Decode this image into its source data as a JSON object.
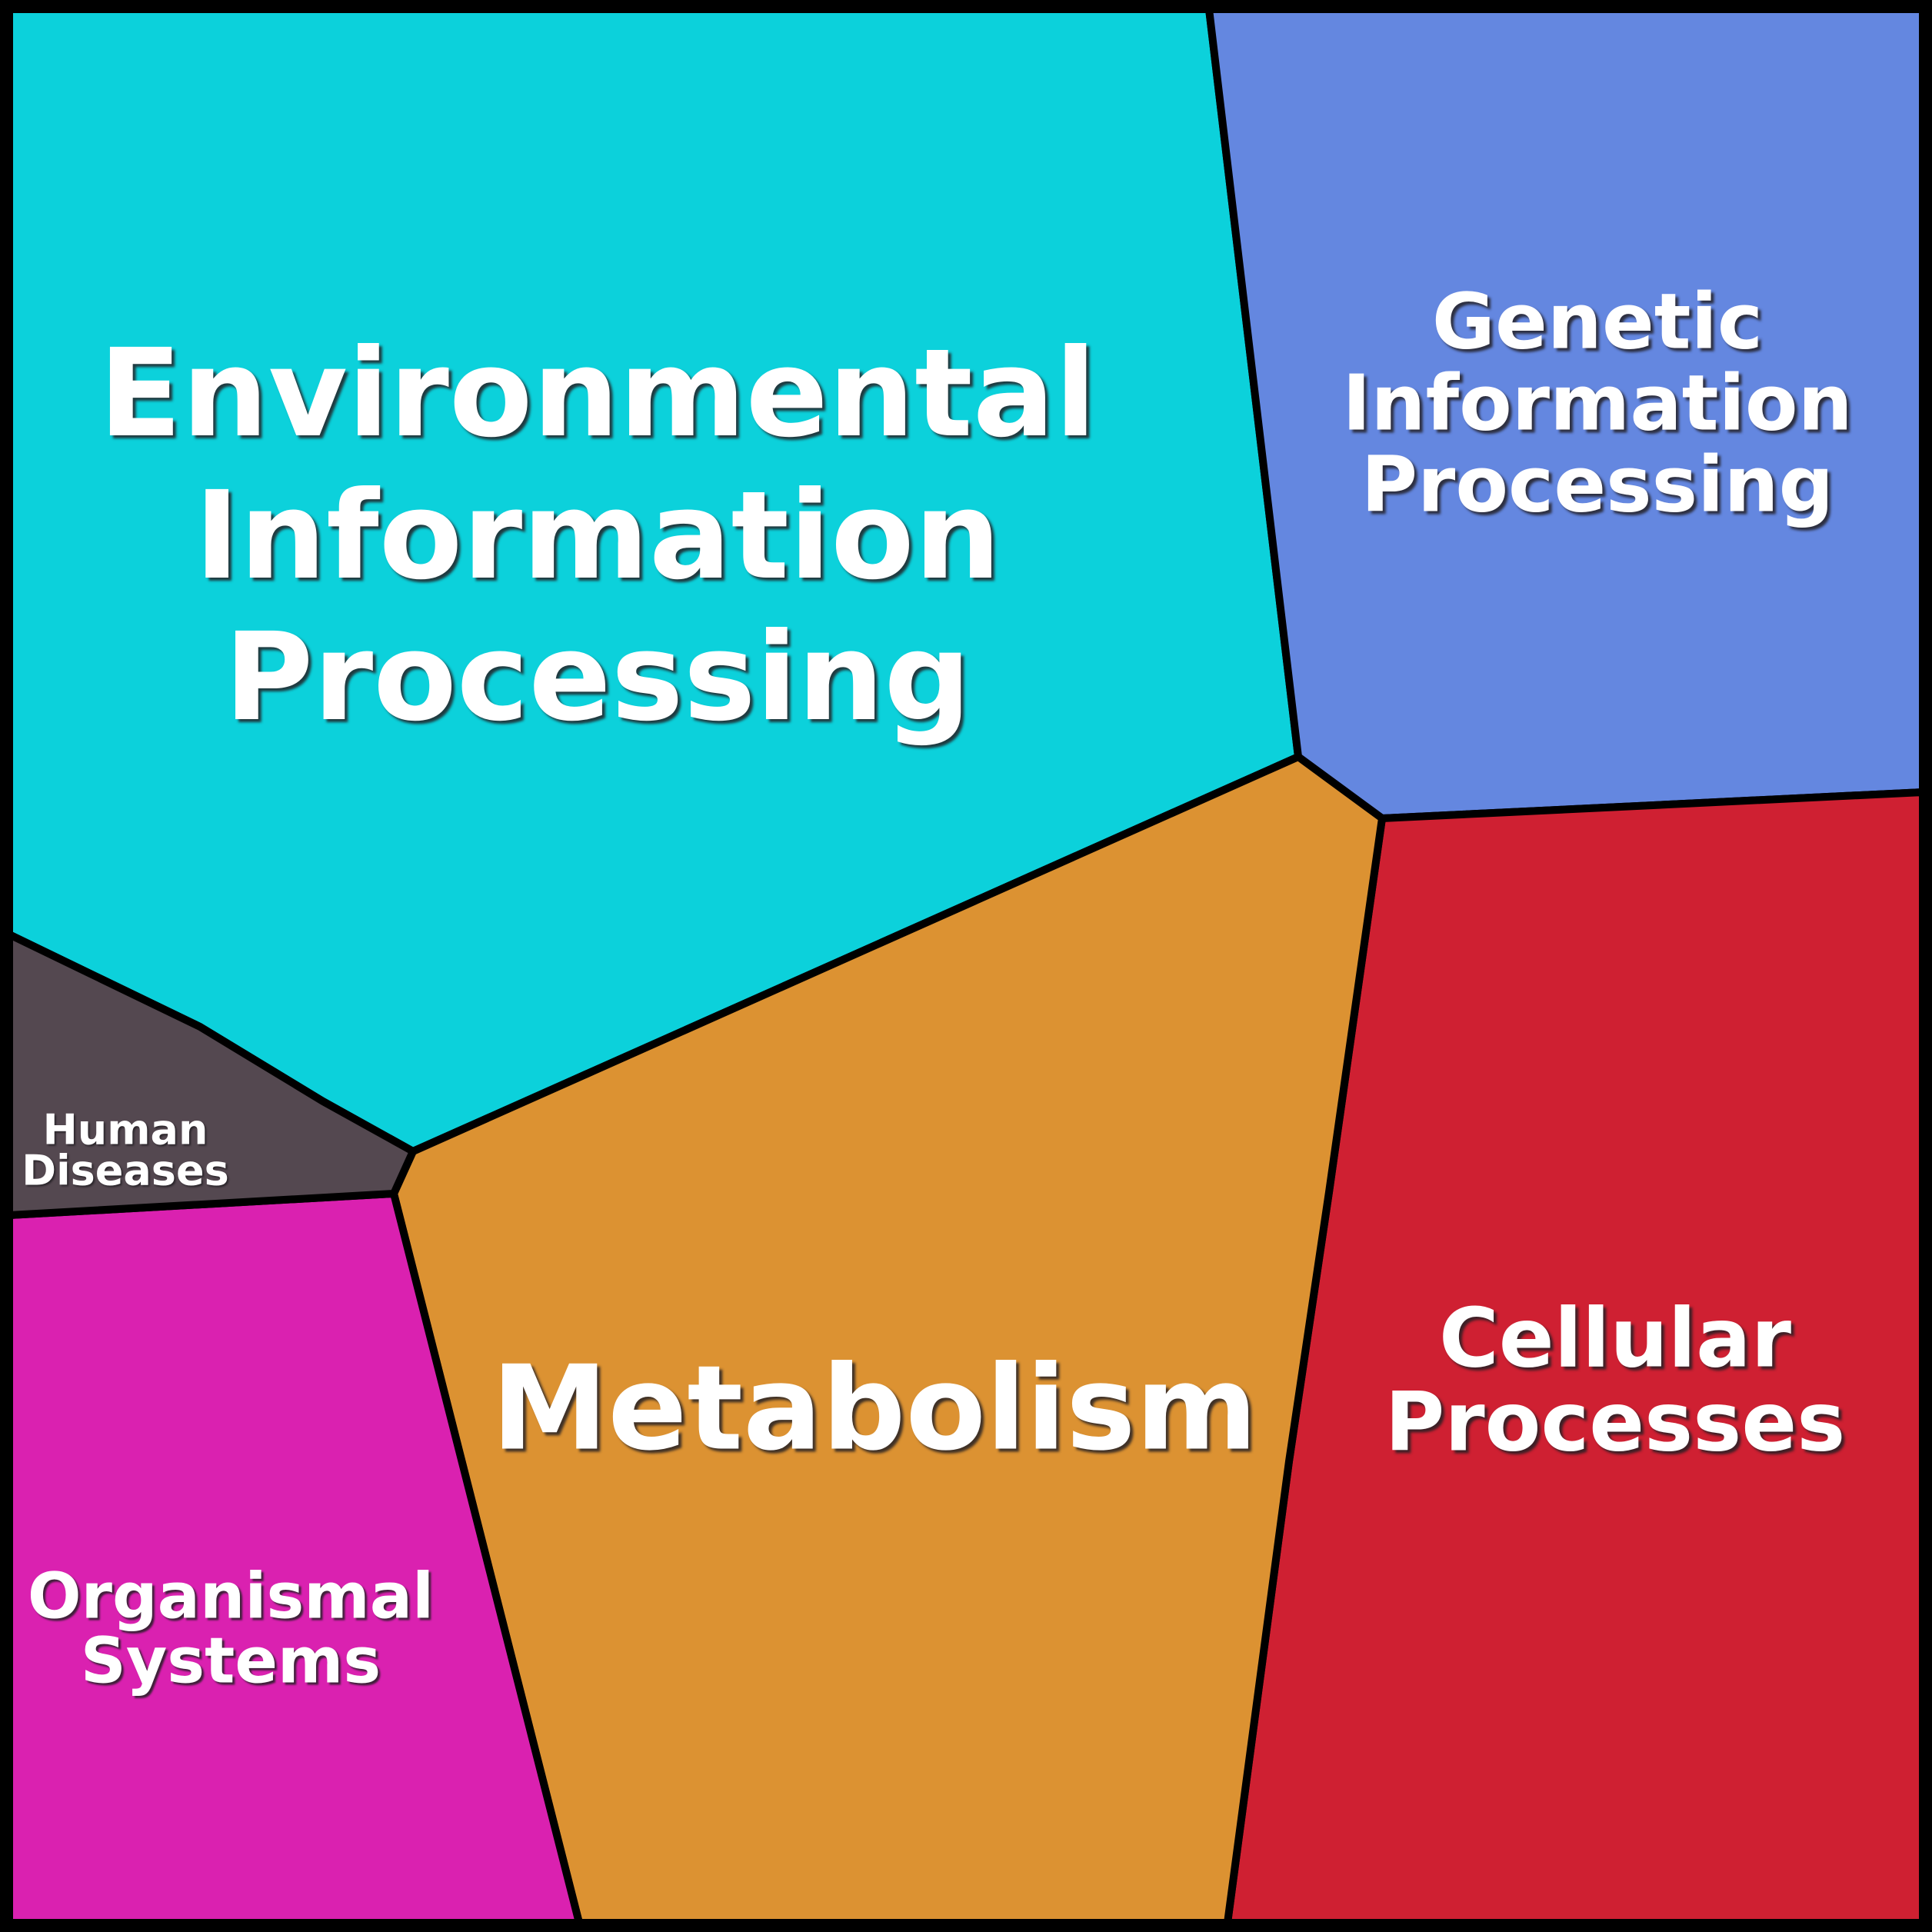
{
  "figure": {
    "kind": "voronoi-treemap",
    "description": "KEGG pathway top-level categories, cell area proportional to category share"
  },
  "style": {
    "background_color": "#000000",
    "border_color": "#000000",
    "label_color": "#ffffff"
  },
  "regions": [
    {
      "id": "environmental-information-processing",
      "label": "Environmental Information Processing",
      "lines": [
        "Environmental",
        "Information",
        "Processing"
      ],
      "color": "#0cd1db",
      "area_pct": 33.3
    },
    {
      "id": "genetic-information-processing",
      "label": "Genetic Information Processing",
      "lines": [
        "Genetic",
        "Information",
        "Processing"
      ],
      "color": "#6487e0",
      "area_pct": 14.4
    },
    {
      "id": "cellular-processes",
      "label": "Cellular Processes",
      "lines": [
        "Cellular",
        "Processes"
      ],
      "color": "#cf2032",
      "area_pct": 18.9
    },
    {
      "id": "metabolism",
      "label": "Metabolism",
      "lines": [
        "Metabolism"
      ],
      "color": "#dc9232",
      "area_pct": 22.2
    },
    {
      "id": "organismal-systems",
      "label": "Organismal Systems",
      "lines": [
        "Organismal",
        "Systems"
      ],
      "color": "#da21b0",
      "area_pct": 9.4
    },
    {
      "id": "human-diseases",
      "label": "Human Diseases",
      "lines": [
        "Human",
        "Diseases"
      ],
      "color": "#544850",
      "area_pct": 1.8
    }
  ],
  "chart_data": {
    "type": "treemap",
    "title": "",
    "categories": [
      "Environmental Information Processing",
      "Metabolism",
      "Cellular Processes",
      "Genetic Information Processing",
      "Organismal Systems",
      "Human Diseases"
    ],
    "values": [
      33.3,
      22.2,
      18.9,
      14.4,
      9.4,
      1.8
    ],
    "value_unit": "percent of total area (estimated from pixel areas; no numeric labels shown)",
    "legend_position": "none",
    "grid": false
  }
}
